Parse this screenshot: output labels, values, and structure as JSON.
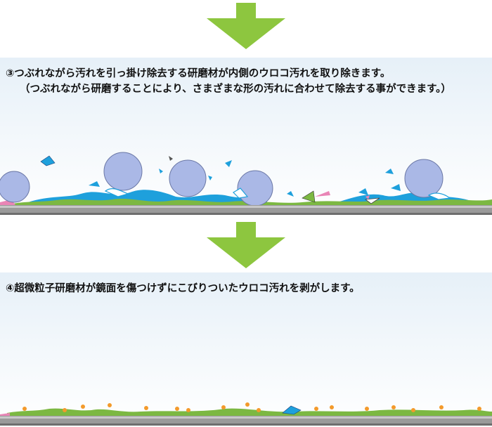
{
  "step3": {
    "line1": "③つぶれながら汚れを引っ掛け除去する研磨材が内側のウロコ汚れを取り除きます。",
    "line2": "（つぶれながら研磨することにより、さまざまな形の汚れに合わせて除去する事ができます。）"
  },
  "step4": {
    "line1": "④超微粒子研磨材が鏡面を傷つけずにこびりついたウロコ汚れを剥がします。"
  },
  "colors": {
    "arrow": "#8dc63f",
    "scale_blue": "#1ea0dc",
    "dirt_green": "#7cb842",
    "abrasive_ball": "#aab8e6",
    "particle_orange": "#f39a2b",
    "surface": "#9a9a9a"
  }
}
